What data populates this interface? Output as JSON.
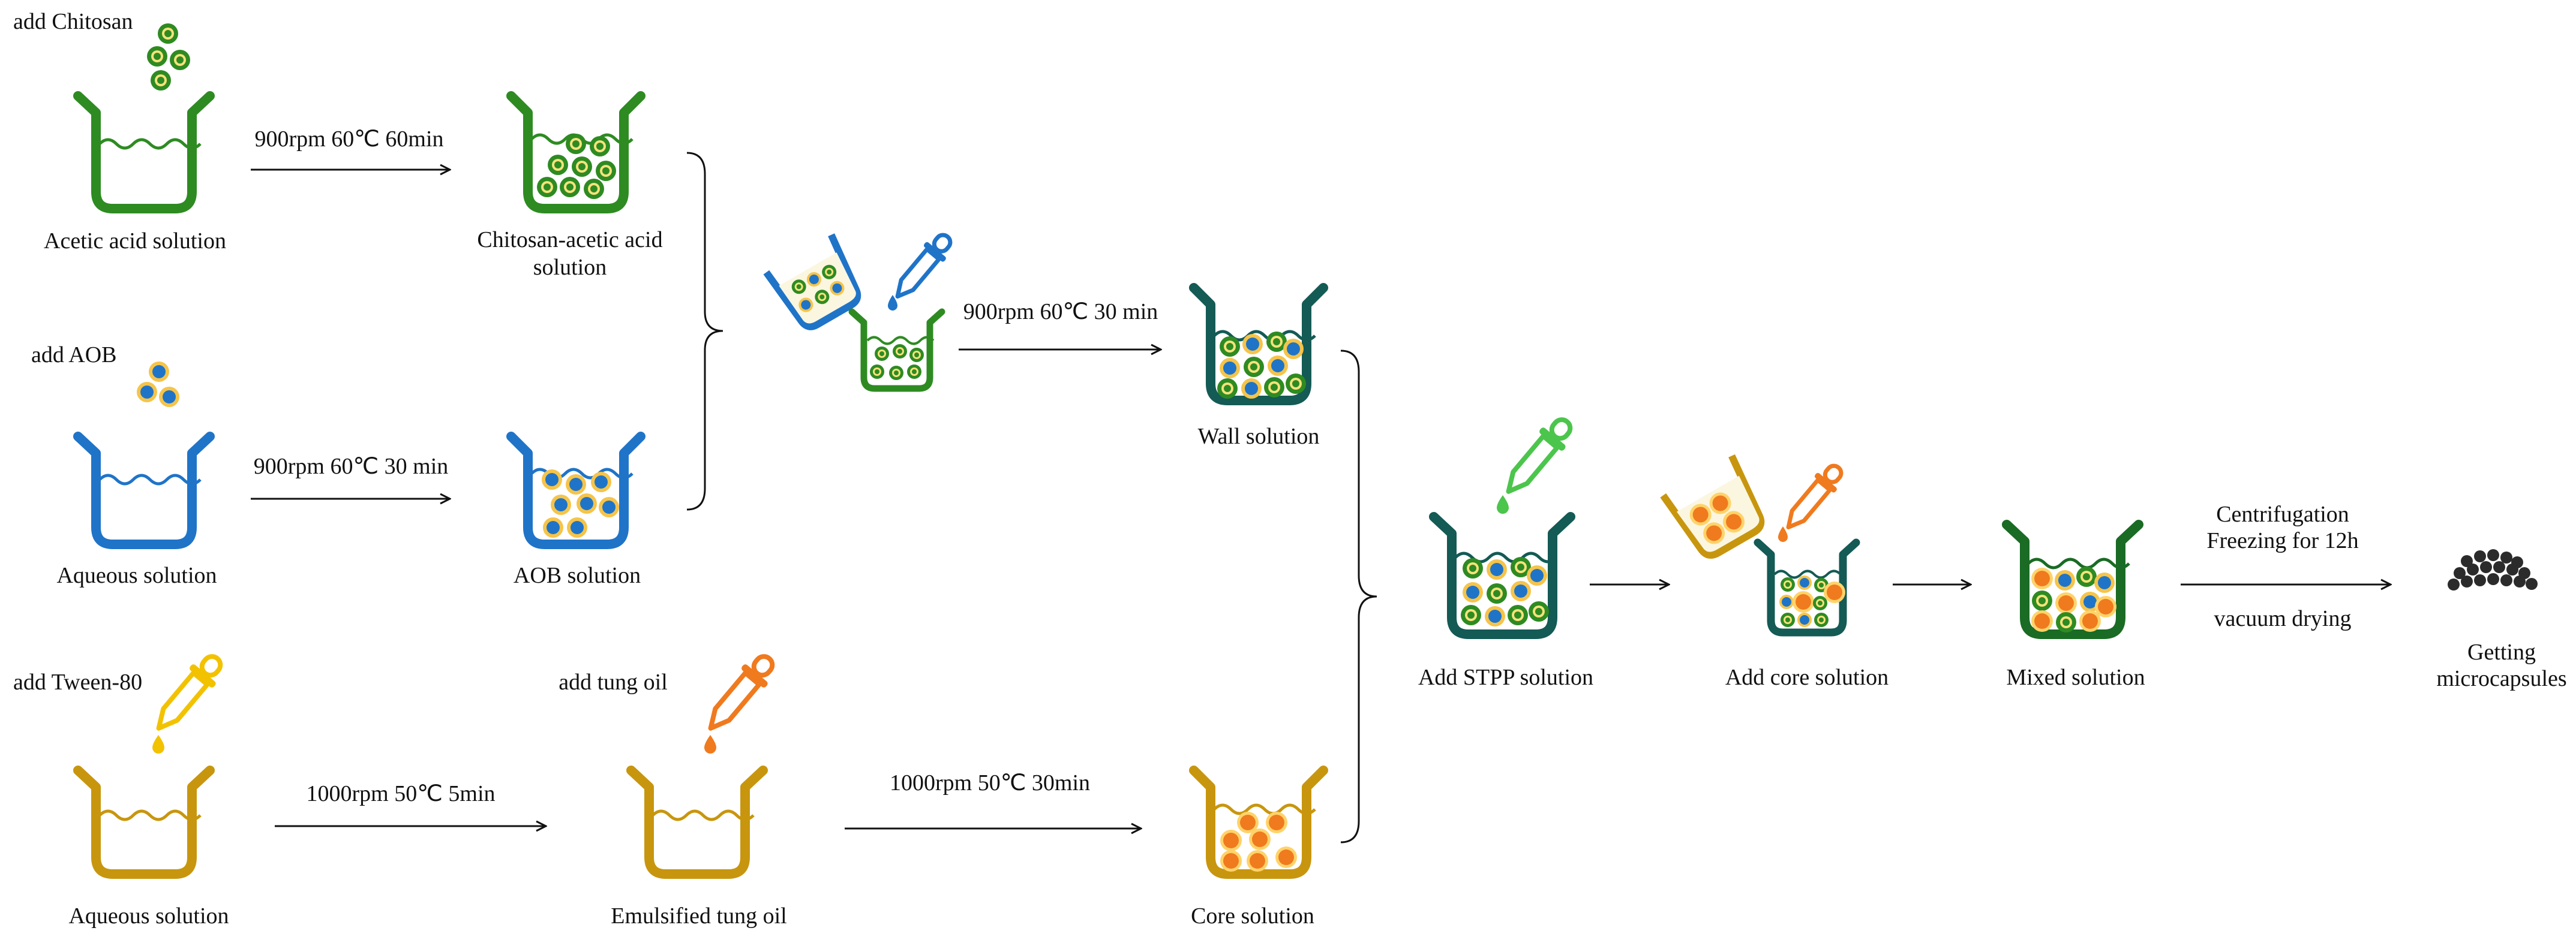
{
  "colors": {
    "green": "#2e8b22",
    "blue": "#1f74c8",
    "gold": "#c8960e",
    "teal": "#145a55",
    "dkgreen": "#1a6b24",
    "orange": "#f07a1e",
    "yellow": "#f2c200",
    "lightgreen": "#4cc54c"
  },
  "row1": {
    "add_label": "add Chitosan",
    "step1_label": "Acetic acid solution",
    "arrow_label": "900rpm 60℃ 60min",
    "step2_label_line1": "Chitosan-acetic acid",
    "step2_label_line2": "solution"
  },
  "row2": {
    "add_label": "add AOB",
    "step1_label": "Aqueous solution",
    "arrow_label": "900rpm 60℃ 30 min",
    "step2_label": "AOB solution"
  },
  "row3": {
    "add_label1": "add Tween-80",
    "step1_label": "Aqueous solution",
    "arrow1_label": "1000rpm 50℃ 5min",
    "add_label2": "add tung oil",
    "step2_label": "Emulsified tung oil",
    "arrow2_label": "1000rpm 50℃ 30min",
    "step3_label": "Core solution"
  },
  "wall": {
    "arrow_label": "900rpm 60℃ 30 min",
    "label": "Wall solution"
  },
  "final": {
    "stpp_label": "Add STPP solution",
    "core_label": "Add core solution",
    "mixed_label": "Mixed solution",
    "arrow_label_line1": "Centrifugation",
    "arrow_label_line2": "Freezing for 12h",
    "arrow_label_line3": "vacuum drying",
    "result_line1": "Getting",
    "result_line2": "microcapsules"
  },
  "icons": [
    "beaker-icon",
    "dropper-icon",
    "particle-icon",
    "microcapsule-pile-icon"
  ]
}
